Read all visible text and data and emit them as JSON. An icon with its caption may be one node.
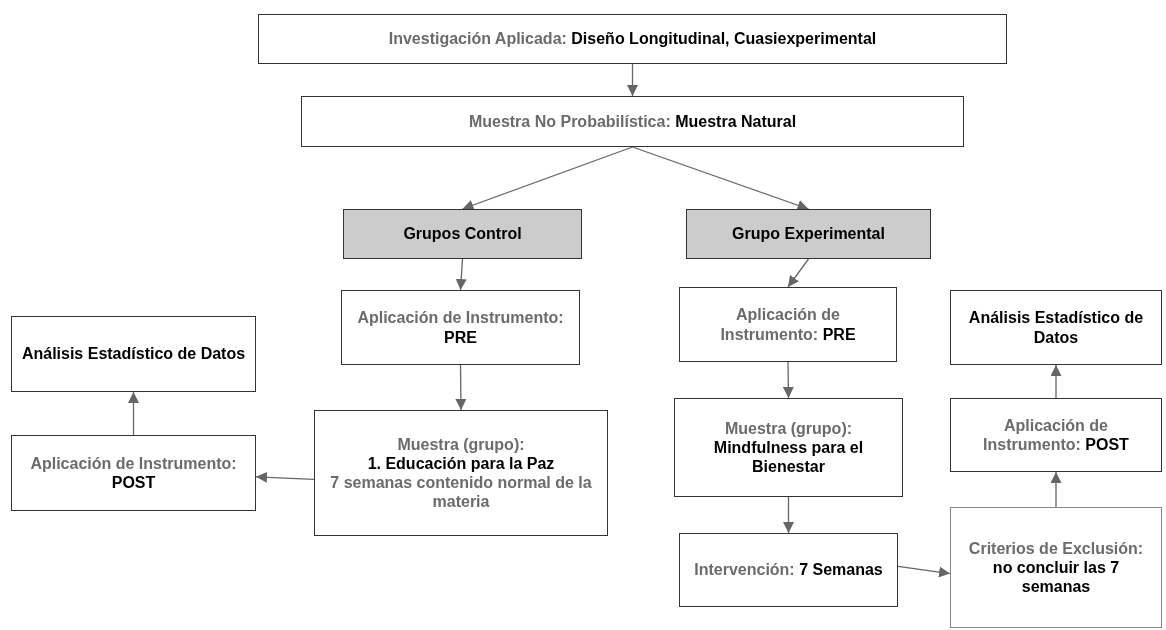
{
  "diagram": {
    "nodes": [
      {
        "text": [
          "Investigación Aplicada:",
          "Diseño Longitudinal, Cuasiexperimental"
        ]
      },
      {
        "text": [
          "Muestra No Probabilística:",
          "Muestra Natural"
        ]
      },
      {
        "text": [
          "Grupos Control"
        ]
      },
      {
        "text": [
          "Grupo Experimental"
        ]
      },
      {
        "text": [
          "Aplicación de Instrumento:",
          "PRE"
        ]
      },
      {
        "text": [
          "Análisis Estadístico de Datos"
        ]
      },
      {
        "text": [
          "Aplicación de Instrumento:",
          "POST"
        ]
      },
      {
        "text": [
          "Muestra (grupo):",
          "1. Educación para la Paz",
          "7 semanas contenido normal de la materia"
        ]
      },
      {
        "text": [
          "Aplicación de Instrumento:",
          "PRE"
        ]
      },
      {
        "text": [
          "Análisis Estadístico de Datos"
        ]
      },
      {
        "text": [
          "Muestra (grupo):",
          "Mindfulness para el Bienestar"
        ]
      },
      {
        "text": [
          "Aplicación de Instrumento:",
          "POST"
        ]
      },
      {
        "text": [
          "Intervención:",
          "7 Semanas"
        ]
      },
      {
        "text": [
          "Criterios de Exclusión:",
          "no concluir las 7 semanas"
        ]
      }
    ],
    "edges": [
      {
        "from": 0,
        "to": 1,
        "arrow": "to"
      },
      {
        "from": 1,
        "to": 2,
        "arrow": "to"
      },
      {
        "from": 1,
        "to": 3,
        "arrow": "to"
      },
      {
        "from": 2,
        "to": 4,
        "arrow": "to"
      },
      {
        "from": 3,
        "to": 8,
        "arrow": "to"
      },
      {
        "from": 4,
        "to": 7,
        "arrow": "to"
      },
      {
        "from": 7,
        "to": 6,
        "arrow": "to"
      },
      {
        "from": 6,
        "to": 5,
        "arrow": "to"
      },
      {
        "from": 8,
        "to": 10,
        "arrow": "to"
      },
      {
        "from": 10,
        "to": 12,
        "arrow": "to"
      },
      {
        "from": 12,
        "to": 13,
        "arrow": "to"
      },
      {
        "from": 13,
        "to": 11,
        "arrow": "to"
      },
      {
        "from": 11,
        "to": 9,
        "arrow": "to"
      }
    ]
  }
}
